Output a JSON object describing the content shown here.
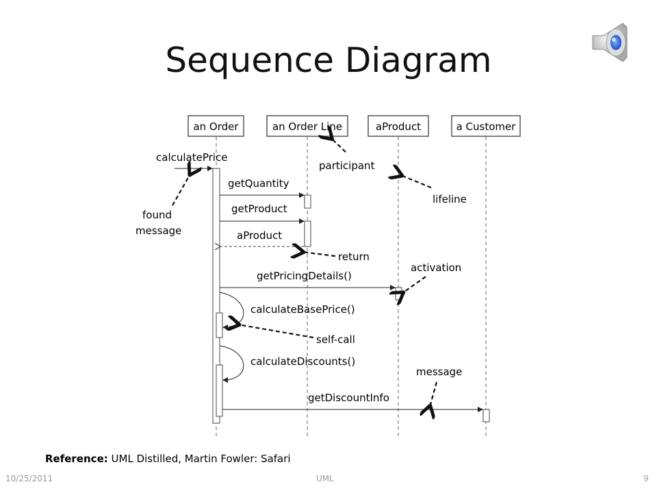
{
  "slide": {
    "title": "Sequence Diagram",
    "reference_label": "Reference:",
    "reference_text": " UML Distilled, Martin Fowler: Safari",
    "footer_date": "10/25/2011",
    "footer_center": "UML",
    "footer_page": "9",
    "speaker_icon": "speaker-icon"
  },
  "diagram": {
    "participants": [
      "an Order",
      "an Order Line",
      "aProduct",
      "a Customer"
    ],
    "messages": {
      "calculatePrice": "calculatePrice",
      "getQuantity": "getQuantity",
      "getProduct": "getProduct",
      "aProduct": "aProduct",
      "getPricingDetails": "getPricingDetails()",
      "calculateBasePrice": "calculateBasePrice()",
      "calculateDiscounts": "calculateDiscounts()",
      "getDiscountInfo": "getDiscountInfo"
    },
    "annotations": {
      "participant": "participant",
      "lifeline": "lifeline",
      "found": "found",
      "message_word": "message",
      "return": "return",
      "activation": "activation",
      "self_call": "self-call",
      "message": "message"
    }
  }
}
